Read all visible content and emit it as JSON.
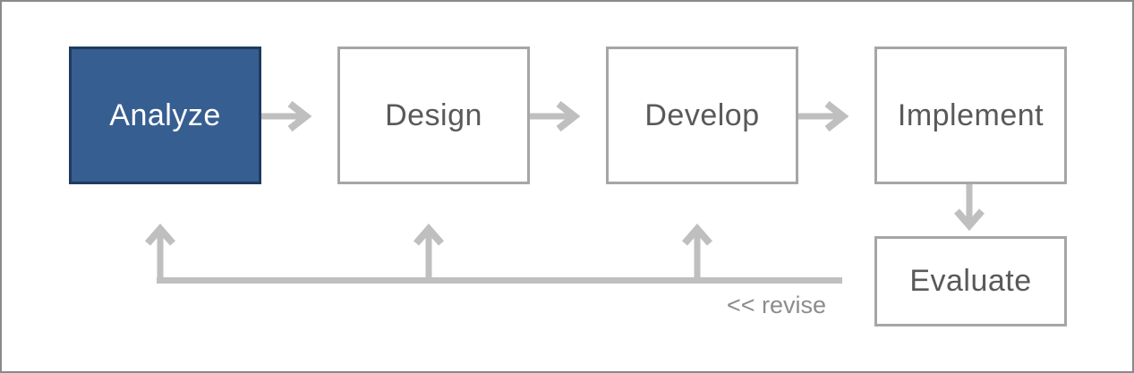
{
  "diagram": {
    "stages": [
      {
        "id": "analyze",
        "label": "Analyze",
        "state": "active"
      },
      {
        "id": "design",
        "label": "Design",
        "state": "inactive"
      },
      {
        "id": "develop",
        "label": "Develop",
        "state": "inactive"
      },
      {
        "id": "implement",
        "label": "Implement",
        "state": "inactive"
      },
      {
        "id": "evaluate",
        "label": "Evaluate",
        "state": "inactive"
      }
    ],
    "revise_label": "<< revise",
    "colors": {
      "active_fill": "#375E90",
      "active_border": "#1F3B5F",
      "active_text": "#FFFFFF",
      "inactive_border": "#A6A6A6",
      "inactive_text": "#595959",
      "arrow": "#BFBFBF",
      "revise_text": "#8C8C8C",
      "frame_border": "#8A8A8A"
    }
  }
}
